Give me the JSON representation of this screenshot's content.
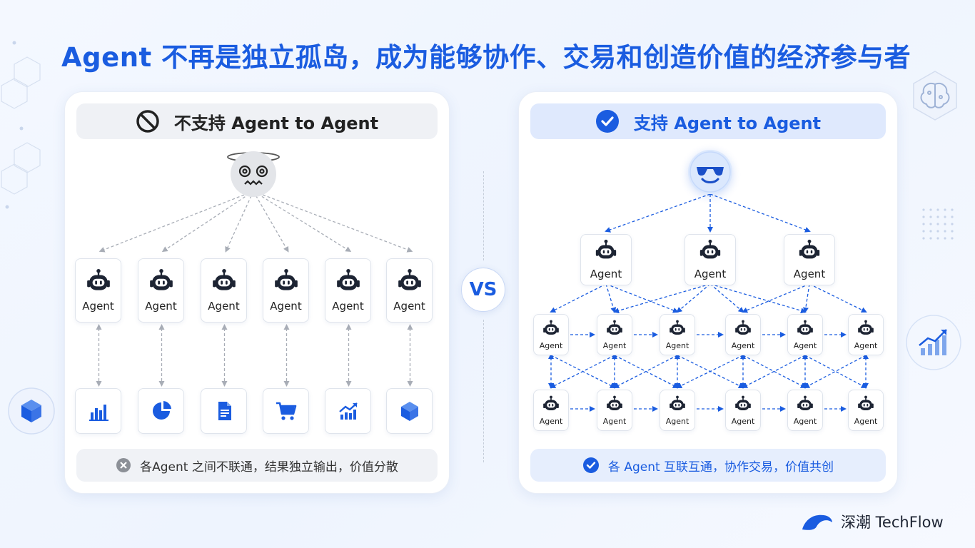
{
  "title": "Agent 不再是独立孤岛，成为能够协作、交易和创造价值的经济参与者",
  "left_panel": {
    "header": "不支持 Agent to Agent",
    "header_icon": "prohibited-icon",
    "face_icon": "dizzy-face-icon",
    "agents": [
      "Agent",
      "Agent",
      "Agent",
      "Agent",
      "Agent",
      "Agent"
    ],
    "tools": [
      "bar-chart-icon",
      "pie-chart-icon",
      "document-icon",
      "shopping-cart-icon",
      "trend-chart-icon",
      "cube-icon"
    ],
    "footer": "各Agent 之间不联通，结果独立输出，价值分散",
    "footer_icon": "x-circle-icon"
  },
  "vs_label": "VS",
  "right_panel": {
    "header": "支持 Agent to Agent",
    "header_icon": "check-circle-icon",
    "face_icon": "sunglasses-face-icon",
    "top_agents": [
      "Agent",
      "Agent",
      "Agent"
    ],
    "middle_agents": [
      "Agent",
      "Agent",
      "Agent",
      "Agent",
      "Agent",
      "Agent"
    ],
    "bottom_agents": [
      "Agent",
      "Agent",
      "Agent",
      "Agent",
      "Agent",
      "Agent"
    ],
    "footer": "各 Agent  互联互通，协作交易，价值共创",
    "footer_icon": "check-circle-icon"
  },
  "brand": {
    "name": "深潮 TechFlow",
    "logo_icon": "wave-logo-icon"
  },
  "colors": {
    "accent": "#1a5ce0",
    "accent_light": "#dfe9fd",
    "gray_line": "#a8adb6"
  }
}
